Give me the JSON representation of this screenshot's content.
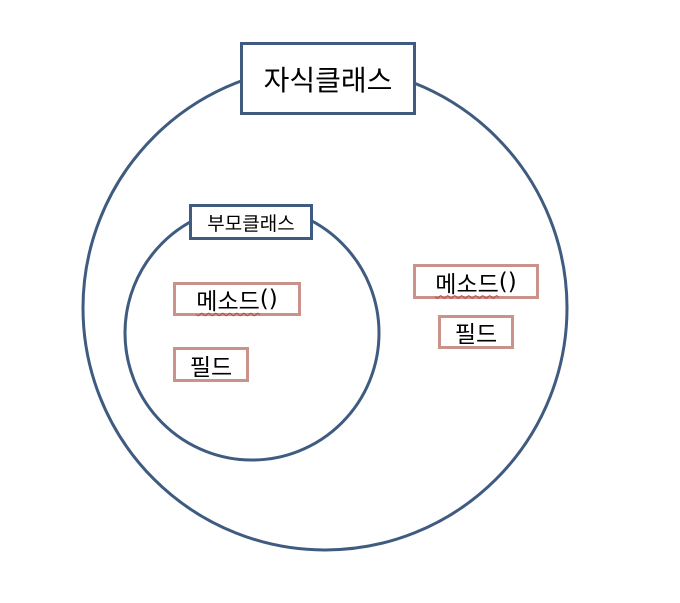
{
  "diagram": {
    "child_class": {
      "label": "자식클래스",
      "method_word": "메소드",
      "method_parens": "()",
      "field": "필드"
    },
    "parent_class": {
      "label": "부모클래스",
      "method_word": "메소드",
      "method_parens": "()",
      "field": "필드"
    }
  },
  "colors": {
    "circle_stroke": "#3f5b80",
    "class_box_border": "#3f5b80",
    "member_box_border": "#c9938c"
  }
}
